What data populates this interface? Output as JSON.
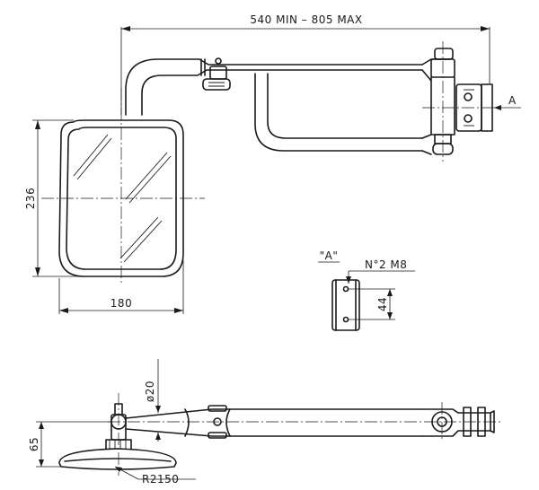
{
  "drawing": {
    "dimensions": {
      "arm_length": "540 MIN – 805 MAX",
      "mirror_height": "236",
      "mirror_width": "180",
      "detail_label": "\"A\"",
      "bolts": "N°2 M8",
      "bolt_spacing": "44",
      "tube_diameter": "ø20",
      "mirror_depth": "65",
      "mirror_radius": "R2150",
      "view_marker": "A"
    }
  }
}
